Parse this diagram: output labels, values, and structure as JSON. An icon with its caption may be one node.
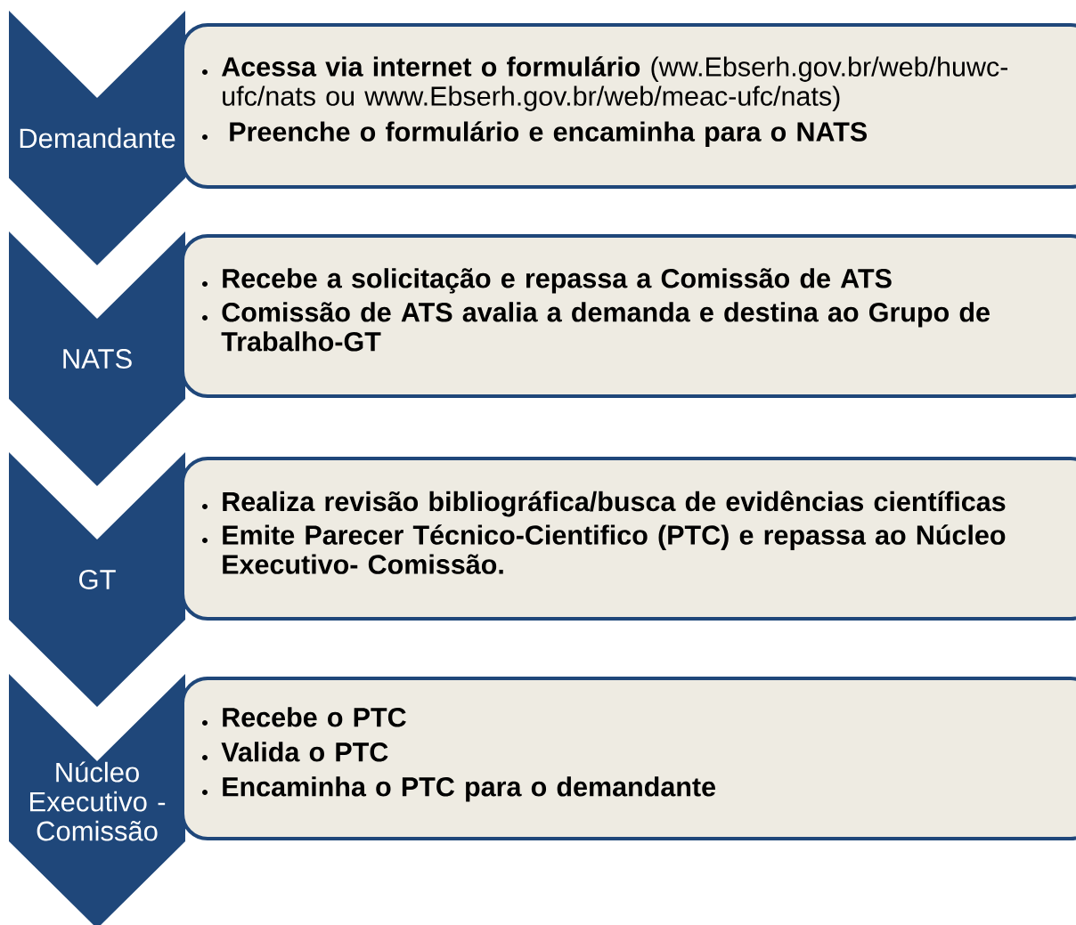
{
  "diagram": {
    "nodes": [
      {
        "text": [
          "Demandante"
        ]
      },
      {
        "text": [
          "**Acessa via internet o formulário** (ww.Ebserh.gov.br/web/huwc-ufc/nats ou www.Ebserh.gov.br/web/meac-ufc/nats)",
          "Preenche o formulário e encaminha para o NATS"
        ]
      },
      {
        "text": [
          "NATS"
        ]
      },
      {
        "text": [
          "Recebe a solicitação e repassa a Comissão de ATS",
          "Comissão de ATS avalia a demanda e destina ao Grupo de Trabalho-GT"
        ]
      },
      {
        "text": [
          "GT"
        ]
      },
      {
        "text": [
          "Realiza revisão bibliográfica/busca de evidências científicas",
          "Emite Parecer Técnico-Cientifico (PTC) e repassa ao Núcleo Executivo- Comissão."
        ]
      },
      {
        "text": [
          "Núcleo Executivo - Comissão"
        ]
      },
      {
        "text": [
          "Recebe o PTC",
          "Valida o PTC",
          "Encaminha o PTC para o demandante"
        ]
      }
    ]
  }
}
